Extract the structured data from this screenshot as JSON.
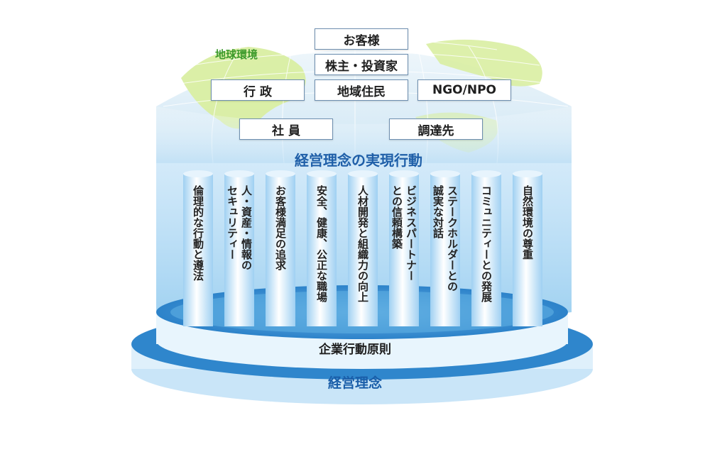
{
  "globe_label": "地球環境",
  "stakeholders": {
    "customers": "お客様",
    "shareholders": "株主・投資家",
    "government": "行 政",
    "community": "地域住民",
    "ngo": "NGO/NPO",
    "employees": "社 員",
    "suppliers": "調達先"
  },
  "vision_label": "経営理念の実現行動",
  "pillars": [
    "倫理的な行動と遵法",
    "人・資産・情報の\nセキュリティー",
    "お客様満足の追求",
    "安全、健康、公正な職場",
    "人材開発と組織力の向上",
    "ビジネスパートナー\nとの信頼構築",
    "ステークホルダーとの\n誠実な対話",
    "コミュニティーとの発展",
    "自然環境の尊重"
  ],
  "principles_label": "企業行動原則",
  "philosophy_label": "経営理念",
  "colors": {
    "blue_dark": "#1a5ea9",
    "blue_ring": "#2f86cc",
    "pillar_light": "#dcefff",
    "land_green": "#d9eea2",
    "text_green": "#3c9a2b"
  }
}
